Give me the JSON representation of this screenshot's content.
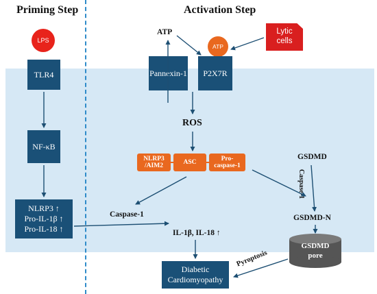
{
  "headings": {
    "priming": "Priming Step",
    "activation": "Activation Step"
  },
  "priming": {
    "lps": "LPS",
    "tlr4": "TLR4",
    "nfkb": "NF-κB",
    "inflam": [
      "NLRP3 ↑",
      "Pro-IL-1β ↑",
      "Pro-IL-18 ↑"
    ]
  },
  "activation": {
    "atp_label": "ATP",
    "atp_circle": "ATP",
    "lytic": [
      "Lytic",
      "cells"
    ],
    "pannexin": "Pannexin-1",
    "p2x7r": "P2X7R",
    "ros": "ROS",
    "inflammasome": {
      "nlrp3": [
        "NLRP3",
        "/AIM2"
      ],
      "asc": "ASC",
      "procasp": [
        "Pro-",
        "caspase-1"
      ]
    },
    "caspase1": "Caspase-1",
    "il": "IL-1β, IL-18 ↑",
    "gsdmd": "GSDMD",
    "caspase1_vertical": "Caspase-1",
    "gsdmd_n": "GSDMD-N",
    "pore": [
      "GSDMD",
      "pore"
    ],
    "pyroptosis": "Pyroptosis",
    "outcome": [
      "Diabetic",
      "Cardiomyopathy"
    ]
  },
  "colors": {
    "membrane": "#d6e8f5",
    "box": "#1a5077",
    "orange": "#e9681f",
    "red": "#d91f1f",
    "divider": "#2e8bc9"
  }
}
